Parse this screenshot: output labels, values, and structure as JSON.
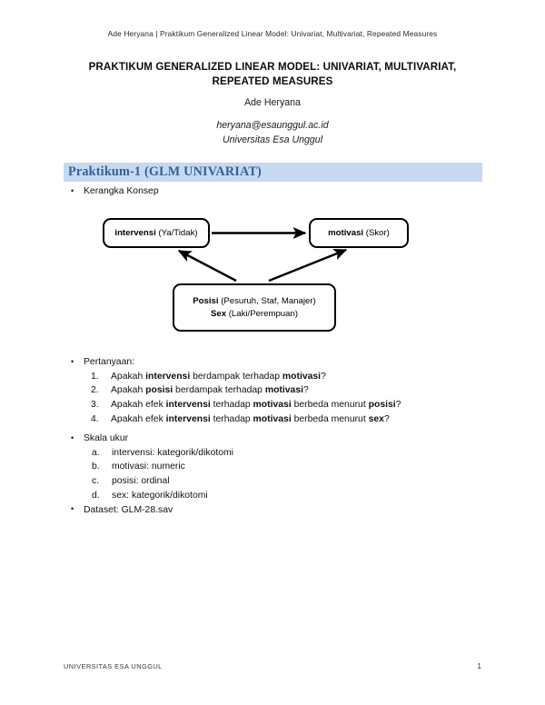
{
  "header": {
    "running_head": "Ade Heryana | Praktikum Generalized Linear Model: Univariat, Multivariat, Repeated Measures"
  },
  "title_block": {
    "title": "PRAKTIKUM GENERALIZED LINEAR MODEL: UNIVARIAT, MULTIVARIAT, REPEATED MEASURES",
    "author": "Ade Heryana",
    "email": "heryana@esaunggul.ac.id",
    "affiliation": "Universitas Esa Unggul"
  },
  "section": {
    "heading": "Praktikum-1 (GLM UNIVARIAT)",
    "band_color": "#c6d9f1",
    "heading_color": "#366092"
  },
  "bullets": {
    "kerangka_konsep": "Kerangka Konsep",
    "pertanyaan": "Pertanyaan:",
    "skala_ukur": "Skala ukur",
    "dataset": "Dataset: GLM-28.sav"
  },
  "diagram": {
    "nodes": {
      "intervensi": {
        "bold": "intervensi",
        "rest": " (Ya/Tidak)"
      },
      "motivasi": {
        "bold": "motivasi",
        "rest": " (Skor)"
      },
      "moderator_line1": {
        "bold": "Posisi",
        "rest": " (Pesuruh, Staf, Manajer)"
      },
      "moderator_line2": {
        "bold": "Sex",
        "rest": " (Laki/Perempuan)"
      }
    },
    "arrows": [
      {
        "name": "intervensi-to-motivasi",
        "type": "straight"
      },
      {
        "name": "moderator-to-intervensi",
        "type": "diagonal"
      },
      {
        "name": "moderator-to-motivasi",
        "type": "diagonal"
      }
    ]
  },
  "questions": [
    {
      "marker": "1.",
      "segments": [
        {
          "text": "Apakah ",
          "bold": false
        },
        {
          "text": "intervensi",
          "bold": true
        },
        {
          "text": " berdampak terhadap ",
          "bold": false
        },
        {
          "text": "motivasi",
          "bold": true
        },
        {
          "text": "?",
          "bold": false
        }
      ]
    },
    {
      "marker": "2.",
      "segments": [
        {
          "text": "Apakah ",
          "bold": false
        },
        {
          "text": "posisi",
          "bold": true
        },
        {
          "text": " berdampak terhadap ",
          "bold": false
        },
        {
          "text": "motivasi",
          "bold": true
        },
        {
          "text": "?",
          "bold": false
        }
      ]
    },
    {
      "marker": "3.",
      "segments": [
        {
          "text": "Apakah efek ",
          "bold": false
        },
        {
          "text": "intervensi",
          "bold": true
        },
        {
          "text": " terhadap ",
          "bold": false
        },
        {
          "text": "motivasi",
          "bold": true
        },
        {
          "text": " berbeda menurut ",
          "bold": false
        },
        {
          "text": "posisi",
          "bold": true
        },
        {
          "text": "?",
          "bold": false
        }
      ]
    },
    {
      "marker": "4.",
      "segments": [
        {
          "text": "Apakah efek ",
          "bold": false
        },
        {
          "text": "intervensi",
          "bold": true
        },
        {
          "text": " terhadap ",
          "bold": false
        },
        {
          "text": "motivasi",
          "bold": true
        },
        {
          "text": " berbeda menurut ",
          "bold": false
        },
        {
          "text": "sex",
          "bold": true
        },
        {
          "text": "?",
          "bold": false
        }
      ]
    }
  ],
  "scales": [
    {
      "marker": "a.",
      "text": "intervensi: kategorik/dikotomi"
    },
    {
      "marker": "b.",
      "text": "motivasi: numeric"
    },
    {
      "marker": "c.",
      "text": "posisi: ordinal"
    },
    {
      "marker": "d.",
      "text": "sex: kategorik/dikotomi"
    }
  ],
  "footer": {
    "left": "UNIVERSITAS ESA UNGGUL",
    "page_number": "1"
  }
}
